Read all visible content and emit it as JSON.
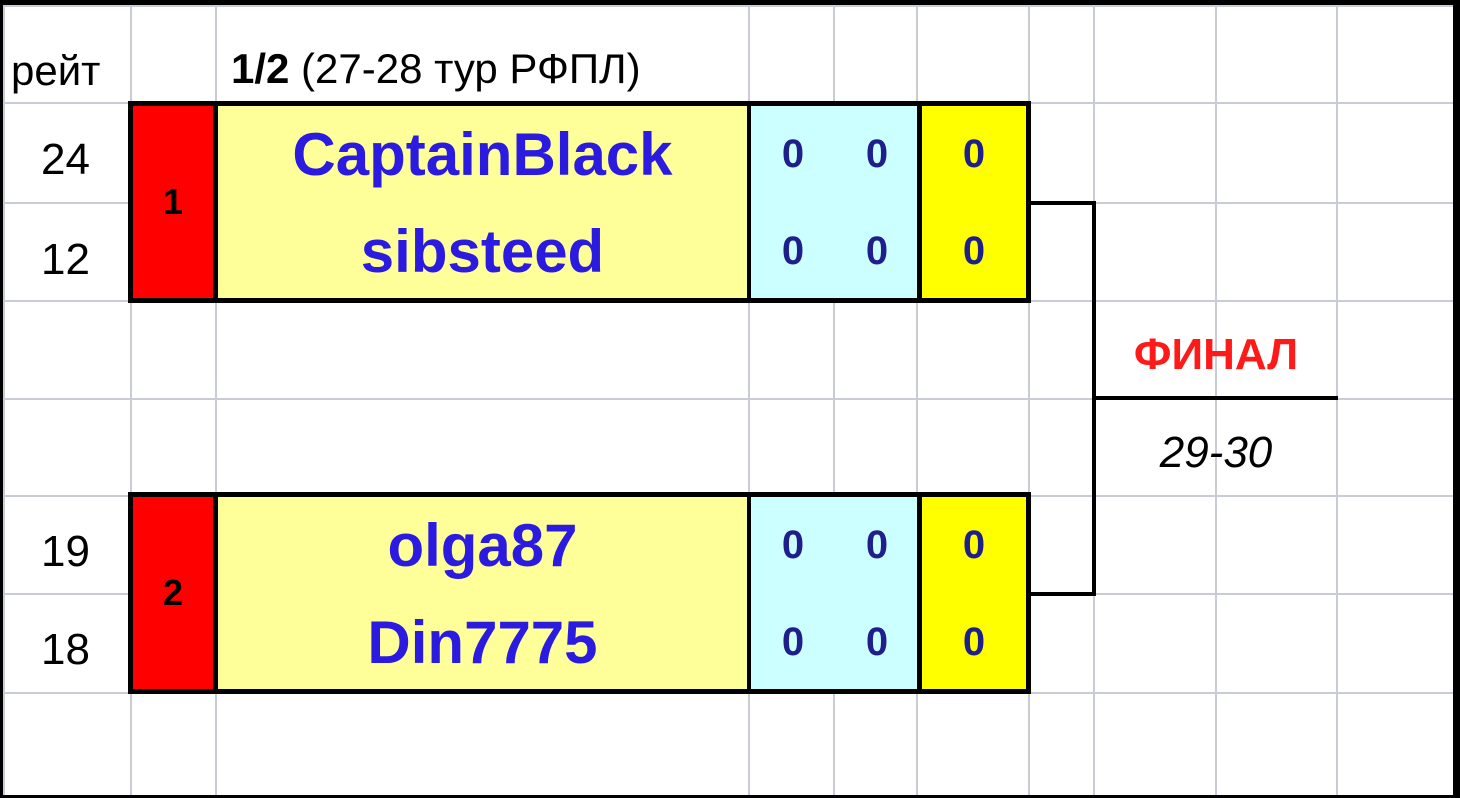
{
  "header": {
    "rating_label": "рейт",
    "stage_bold": "1/2",
    "stage_rest": " (27-28 тур РФПЛ)"
  },
  "pairs": [
    {
      "seed": "1",
      "players": [
        {
          "rating": "24",
          "name": "CaptainBlack",
          "score_a": "0",
          "score_b": "0",
          "total": "0"
        },
        {
          "rating": "12",
          "name": "sibsteed",
          "score_a": "0",
          "score_b": "0",
          "total": "0"
        }
      ]
    },
    {
      "seed": "2",
      "players": [
        {
          "rating": "19",
          "name": "olga87",
          "score_a": "0",
          "score_b": "0",
          "total": "0"
        },
        {
          "rating": "18",
          "name": "Din7775",
          "score_a": "0",
          "score_b": "0",
          "total": "0"
        }
      ]
    }
  ],
  "final": {
    "label": "ФИНАЛ",
    "rounds": "29-30"
  },
  "colors": {
    "seed_bg": "#ff0000",
    "names_bg": "#ffff99",
    "scores_bg": "#ccffff",
    "total_bg": "#ffff00",
    "name_text": "#2b1ae0",
    "final_text": "#ff1a1a"
  }
}
